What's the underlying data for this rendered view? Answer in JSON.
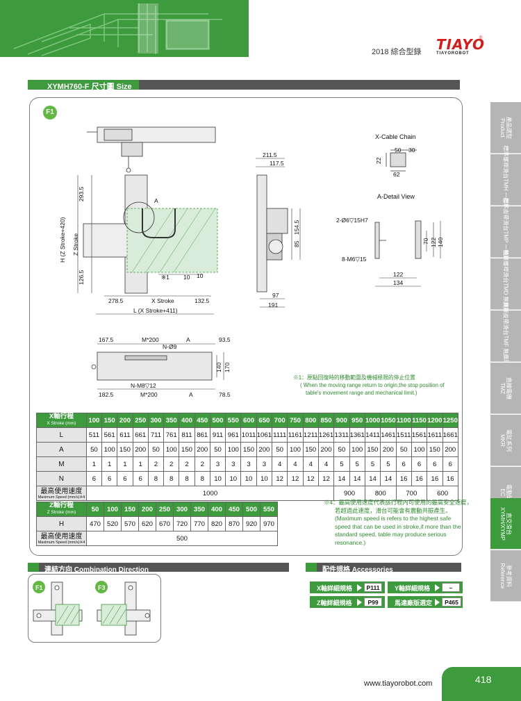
{
  "header": {
    "catalog_label": "2018 綜合型錄",
    "brand": "TIAYO",
    "brand_sub": "TIAYOROBOT",
    "reg_mark": "®"
  },
  "title": "XYMH760-F 尺寸圖 Size",
  "badge_f1": "F1",
  "drawing": {
    "xcable_title": "X-Cable Chain",
    "xcable_50": "50",
    "xcable_30": "30",
    "xcable_22": "22",
    "xcable_62": "62",
    "adetail_title": "A-Detail View",
    "adetail_hole1": "2-Ø6▽15H7",
    "adetail_hole2": "8-M6▽15",
    "adetail_70": "70",
    "adetail_122v": "122",
    "adetail_140": "140",
    "adetail_122": "122",
    "adetail_134": "134",
    "top_2935": "293.5",
    "top_1265": "126.5",
    "top_hz": "H (Z Stroke+420)",
    "top_zs": "Z Stroke",
    "top_a": "A",
    "top_x1": "※1",
    "top_10a": "10",
    "top_10b": "10",
    "top_2785": "278.5",
    "top_xs": "X Stroke",
    "top_1325": "132.5",
    "top_l": "L (X Stroke+411)",
    "side_2115": "211.5",
    "side_1175": "117.5",
    "side_1545": "154.5",
    "side_85": "85",
    "side_97": "97",
    "side_191": "191",
    "bot_1675": "167.5",
    "bot_m200a": "M*200",
    "bot_a1": "A",
    "bot_935": "93.5",
    "bot_n9": "N-Ø9",
    "bot_140": "140",
    "bot_170": "170",
    "bot_nm8": "N-M8▽12",
    "bot_1825": "182.5",
    "bot_m200b": "M*200",
    "bot_a2": "A",
    "bot_785": "78.5"
  },
  "note1": [
    "※1：原點回復時的移動範圍及機械極限的停止位置",
    "( When the moving range return to origin,the stop position of",
    "table's movement range and mechanical limit.)"
  ],
  "x_table": {
    "header_cn": "X軸行程",
    "header_en": "X Stroke (mm)",
    "strokes": [
      "100",
      "150",
      "200",
      "250",
      "300",
      "350",
      "400",
      "450",
      "500",
      "550",
      "600",
      "650",
      "700",
      "750",
      "800",
      "850",
      "900",
      "950",
      "1000",
      "1050",
      "1100",
      "1150",
      "1200",
      "1250"
    ],
    "rows": [
      {
        "label": "L",
        "values": [
          "511",
          "561",
          "611",
          "661",
          "711",
          "761",
          "811",
          "861",
          "911",
          "961",
          "1011",
          "1061",
          "1111",
          "1161",
          "1211",
          "1261",
          "1311",
          "1361",
          "1411",
          "1461",
          "1511",
          "1561",
          "1611",
          "1661"
        ]
      },
      {
        "label": "A",
        "values": [
          "50",
          "100",
          "150",
          "200",
          "50",
          "100",
          "150",
          "200",
          "50",
          "100",
          "150",
          "200",
          "50",
          "100",
          "150",
          "200",
          "50",
          "100",
          "150",
          "200",
          "50",
          "100",
          "150",
          "200"
        ]
      },
      {
        "label": "M",
        "values": [
          "1",
          "1",
          "1",
          "1",
          "2",
          "2",
          "2",
          "2",
          "3",
          "3",
          "3",
          "3",
          "4",
          "4",
          "4",
          "4",
          "5",
          "5",
          "5",
          "5",
          "6",
          "6",
          "6",
          "6"
        ]
      },
      {
        "label": "N",
        "values": [
          "6",
          "6",
          "6",
          "6",
          "8",
          "8",
          "8",
          "8",
          "10",
          "10",
          "10",
          "10",
          "12",
          "12",
          "12",
          "12",
          "14",
          "14",
          "14",
          "14",
          "16",
          "16",
          "16",
          "16"
        ]
      }
    ],
    "speed_label_cn": "最高使用速度",
    "speed_label_en": "Maximum Speed (mm/s)※4",
    "speeds": [
      "1000",
      "900",
      "800",
      "700",
      "600"
    ]
  },
  "z_table": {
    "header_cn": "Z軸行程",
    "header_en": "Z Stroke (mm)",
    "strokes": [
      "50",
      "100",
      "150",
      "200",
      "250",
      "300",
      "350",
      "400",
      "450",
      "500",
      "550"
    ],
    "h_label": "H",
    "h_values": [
      "470",
      "520",
      "570",
      "620",
      "670",
      "720",
      "770",
      "820",
      "870",
      "920",
      "970"
    ],
    "speed_label_cn": "最高使用速度",
    "speed_label_en": "Maximum Speed (mm/s)※4",
    "speed": "500"
  },
  "note4": [
    "※4：最高使用速度代表該行程內可使用的最高安全速度，",
    "若超過此速度，滑台可能會有震動共振產生。",
    "(Maximum speed is refers to the highest safe",
    "speed that can be used in stroke,if more than the",
    "standard speed, table may produce serious",
    "resonance.)"
  ],
  "combination": {
    "title": "連結方向  Combination Direction",
    "f1": "F1",
    "f3": "F3"
  },
  "accessories": {
    "title": "配件規格  Accessories",
    "items": [
      {
        "label": "X軸詳細規格",
        "value": "P111"
      },
      {
        "label": "Y軸詳細規格",
        "value": "–"
      },
      {
        "label": "Z軸詳細規格",
        "value": "P99"
      },
      {
        "label": "馬達廠版選定",
        "value": "P465"
      }
    ]
  },
  "side_tabs": [
    {
      "cn": "產品選型",
      "en": "Product"
    },
    {
      "cn": "標準螺桿滑台TMH 一般環境",
      "en": ""
    },
    {
      "cn": "標準皮帶滑台TMP 一般環境",
      "en": ""
    },
    {
      "cn": "無塵螺桿滑台TMD 無塵環境",
      "en": ""
    },
    {
      "cn": "無塵皮帶滑台TMF 無塵環境",
      "en": ""
    },
    {
      "cn": "直線電機",
      "en": "TMZ"
    },
    {
      "cn": "電缸系列",
      "en": "MKR"
    },
    {
      "cn": "電動缸",
      "en": "EC"
    },
    {
      "cn": "直交滑台",
      "en": "XYMH/XYMP"
    },
    {
      "cn": "參考資料",
      "en": "Reference"
    }
  ],
  "footer": {
    "url": "www.tiayorobot.com",
    "page": "418"
  }
}
